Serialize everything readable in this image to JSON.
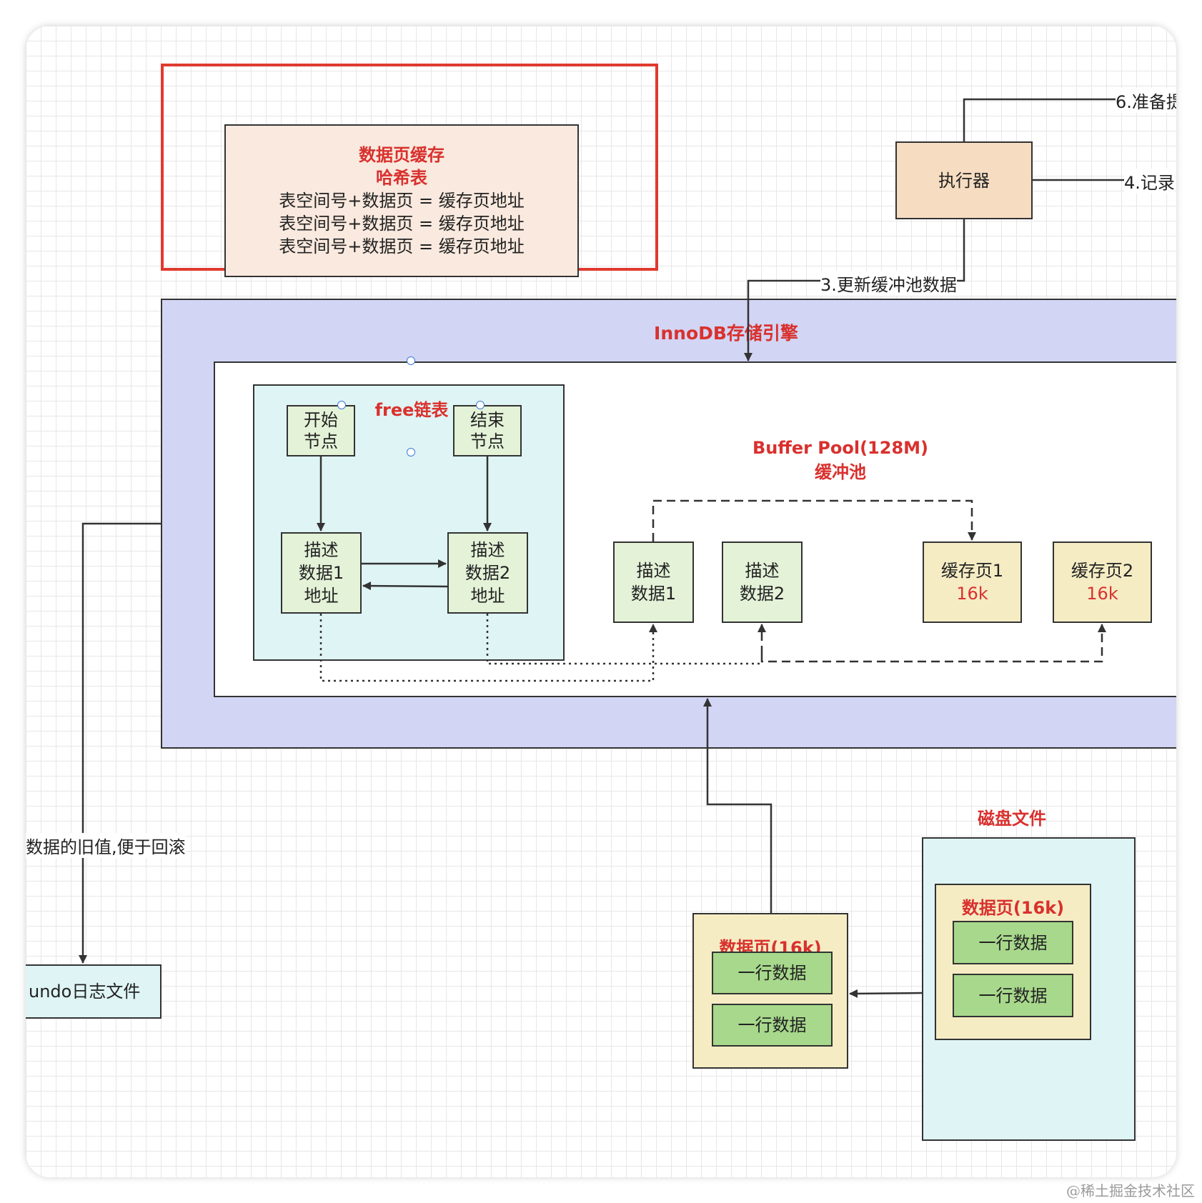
{
  "hash_table": {
    "title_line1": "数据页缓存",
    "title_line2": "哈希表",
    "rows": [
      "表空间号+数据页 = 缓存页地址",
      "表空间号+数据页 = 缓存页地址",
      "表空间号+数据页 = 缓存页地址"
    ]
  },
  "executor": {
    "label": "执行器"
  },
  "edges": {
    "step6": "6.准备提",
    "step4": "4.记录",
    "step3": "3.更新缓冲池数据",
    "undo_note": "数据的旧值,便于回滚"
  },
  "innodb": {
    "title": "InnoDB存储引擎"
  },
  "free_list": {
    "title": "free链表",
    "start_node": [
      "开始",
      "节点"
    ],
    "end_node": [
      "结束",
      "节点"
    ],
    "desc1": [
      "描述",
      "数据1",
      "地址"
    ],
    "desc2": [
      "描述",
      "数据2",
      "地址"
    ]
  },
  "buffer_pool": {
    "title_line1": "Buffer Pool(128M)",
    "title_line2": "缓冲池",
    "desc1": [
      "描述",
      "数据1"
    ],
    "desc2": [
      "描述",
      "数据2"
    ],
    "cache1": {
      "name": "缓存页1",
      "size": "16k"
    },
    "cache2": {
      "name": "缓存页2",
      "size": "16k"
    }
  },
  "data_page_mem": {
    "title": "数据页(16k)",
    "rows": [
      "一行数据",
      "一行数据"
    ]
  },
  "disk": {
    "title": "磁盘文件",
    "page_title": "数据页(16k)",
    "rows": [
      "一行数据",
      "一行数据"
    ]
  },
  "undo": {
    "label": "undo日志文件"
  },
  "watermark": "@稀土掘金技术社区",
  "colors": {
    "accent_red": "#d9312e",
    "innodb_bg": "#d2d5f4",
    "free_list_bg": "#dff4f4",
    "desc_bg": "#e4f2d8",
    "row_bg": "#a7d88b",
    "cache_bg": "#f5ecc4",
    "executor_bg": "#f6dcc1",
    "hash_bg": "#f9e9de"
  }
}
